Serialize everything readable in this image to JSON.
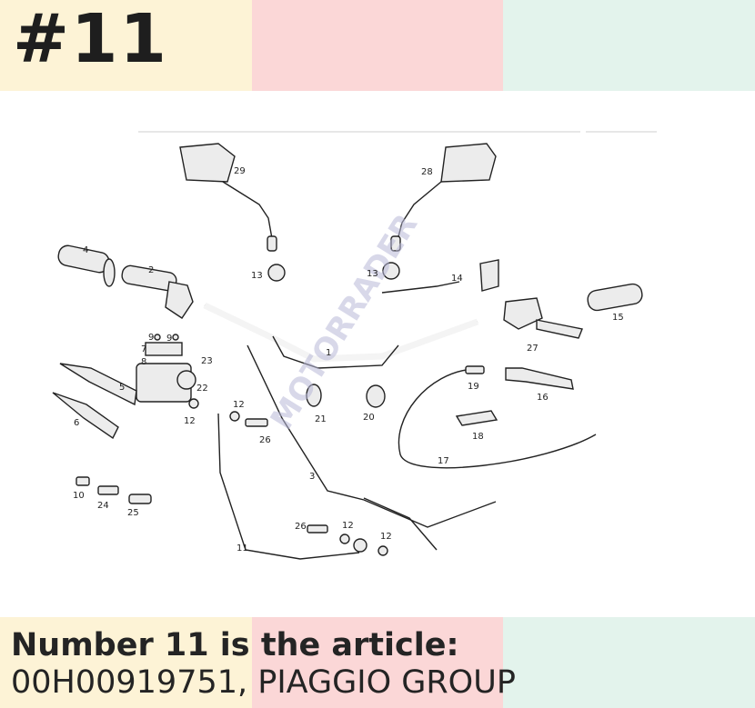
{
  "heading": "#11",
  "caption": {
    "line1": "Number 11 is the article:",
    "line2": "00H00919751, PIAGGIO GROUP"
  },
  "watermark": "MOTORRADER",
  "colors": {
    "cream": "#fdf3d6",
    "pink": "#fbd7d7",
    "mint": "#e3f3ec",
    "ink": "#222222"
  },
  "part_labels": [
    "1",
    "2",
    "3",
    "4",
    "5",
    "6",
    "7",
    "8",
    "9",
    "9",
    "10",
    "11",
    "12",
    "12",
    "12",
    "12",
    "13",
    "13",
    "14",
    "15",
    "16",
    "17",
    "18",
    "19",
    "20",
    "21",
    "22",
    "23",
    "24",
    "25",
    "26",
    "26",
    "27",
    "28",
    "29"
  ]
}
